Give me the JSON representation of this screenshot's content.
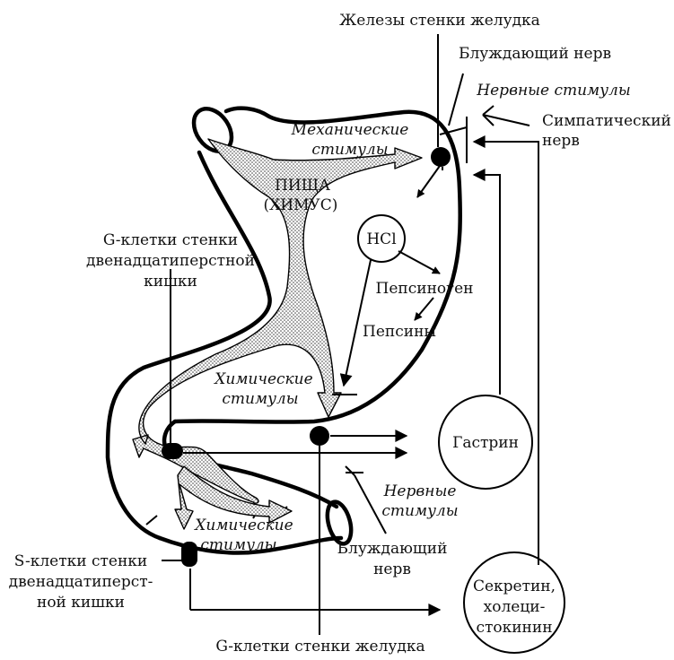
{
  "labels": {
    "glands": "Железы стенки желудка",
    "vagus_top": "Блуждающий нерв",
    "nerve_stimuli_top": "Нервные стимулы",
    "sympathetic_1": "Симпатический",
    "sympathetic_2": "нерв",
    "mech_1": "Механические",
    "mech_2": "стимулы",
    "food_1": "ПИЩА",
    "food_2": "(ХИМУС)",
    "hcl": "HCl",
    "pepsinogen": "Пепсиноген",
    "pepsins": "Пепсины",
    "g_duod_1": "G-клетки стенки",
    "g_duod_2": "двенадцатиперстной",
    "g_duod_3": "кишки",
    "chem_1a": "Химические",
    "chem_1b": "стимулы",
    "gastrin": "Гастрин",
    "nerve_stimuli_bottom_1": "Нервные",
    "nerve_stimuli_bottom_2": "стимулы",
    "chem_2a": "Химические",
    "chem_2b": "стимулы",
    "vagus_bottom_1": "Блуждающий",
    "vagus_bottom_2": "нерв",
    "s_cells_1": "S-клетки стенки",
    "s_cells_2": "двенадцатиперст-",
    "s_cells_3": "ной кишки",
    "secretin_1": "Секретин,",
    "secretin_2": "холеци-",
    "secretin_3": "стокинин",
    "g_stomach": "G-клетки стенки желудка"
  }
}
